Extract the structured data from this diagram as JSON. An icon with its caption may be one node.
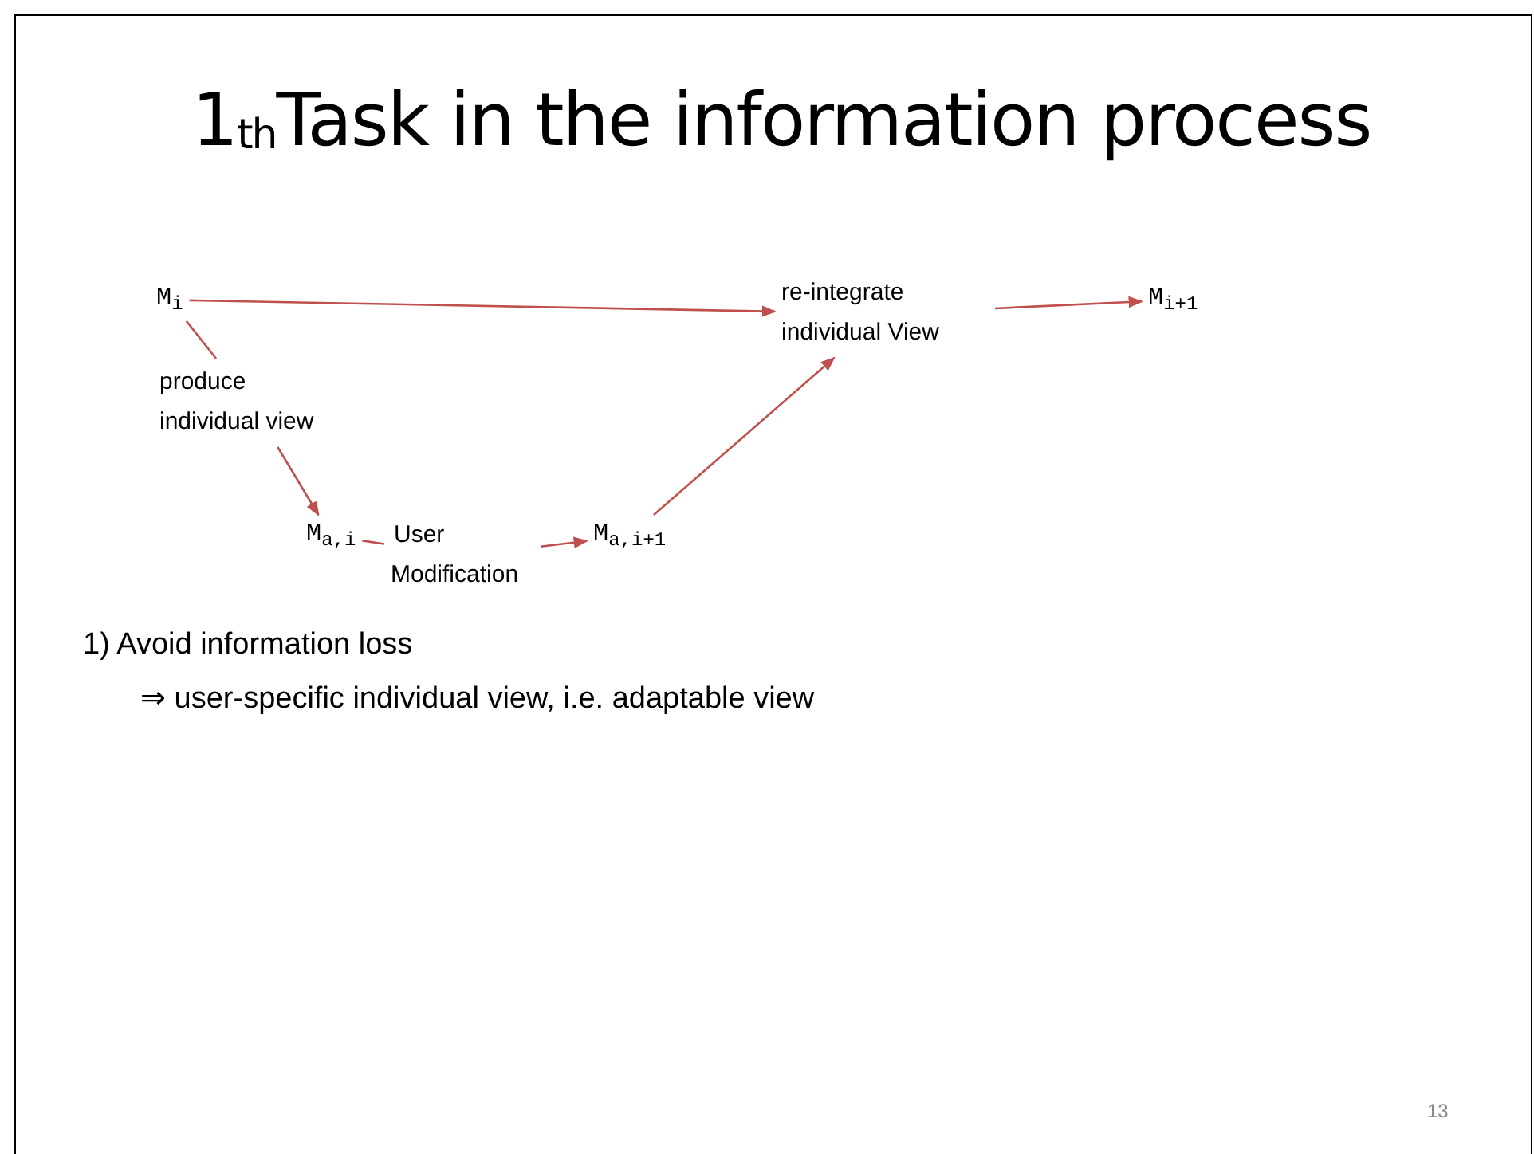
{
  "diagram": {
    "title": "1$_{th}$Task in the information process",
    "nodes": [
      {
        "text": [
          "M$_{i}$"
        ]
      },
      {
        "text": [
          "produce individual view"
        ]
      },
      {
        "text": [
          "M$_{a,i}$"
        ]
      },
      {
        "text": [
          "User Modification"
        ]
      },
      {
        "text": [
          "M$_{a,i+1}$"
        ]
      },
      {
        "text": [
          "re-integrate individual View"
        ]
      },
      {
        "text": [
          "M$_{i+1}$"
        ]
      }
    ],
    "edges": [
      {
        "from": 0,
        "to": 1,
        "arrow": "none"
      },
      {
        "from": 1,
        "to": 2,
        "arrow": "to"
      },
      {
        "from": 2,
        "to": 3,
        "arrow": "none"
      },
      {
        "from": 3,
        "to": 4,
        "arrow": "to"
      },
      {
        "from": 4,
        "to": 5,
        "arrow": "to"
      },
      {
        "from": 0,
        "to": 5,
        "arrow": "to"
      },
      {
        "from": 5,
        "to": 6,
        "arrow": "to"
      }
    ],
    "labels": [
      "1) Avoid information loss",
      "⇒ user-specific individual view, i.e. adaptable view",
      "13"
    ]
  }
}
